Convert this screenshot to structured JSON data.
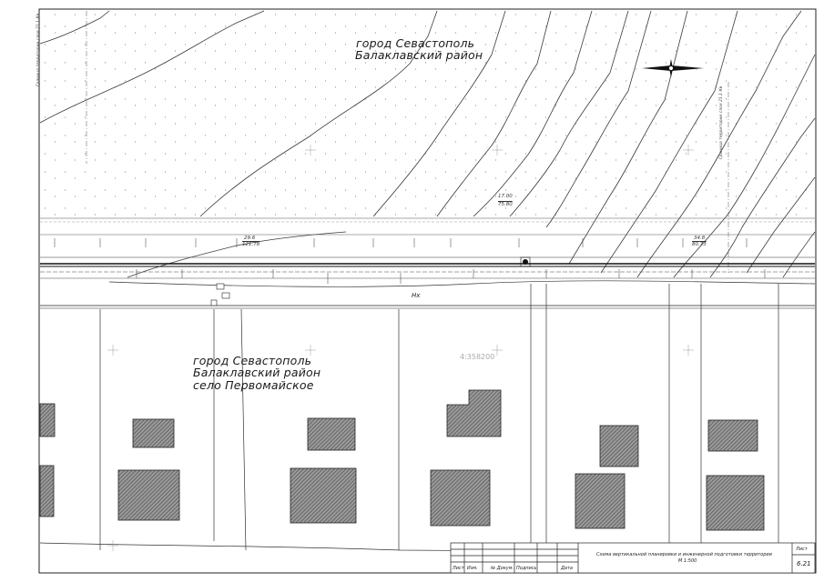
{
  "labels": {
    "north_place": "город Севастополь",
    "north_district": "Балаклавский район",
    "south_place": "город Севастополь",
    "south_district": "Балаклавский район",
    "south_village": "село Первомайское",
    "parcel_code": "4:358200",
    "road_label": "Нх",
    "elev_1_top": "17.00",
    "elev_1_bottom": "75.80",
    "elev_2_top": "29.6",
    "elev_2_bottom": "121.78",
    "elev_3_top": "34.8",
    "elev_3_bottom": "80.73",
    "left_vertical_note": "Граница территории слоя 21.1 Кв",
    "right_vertical_note": "Граница территории слоя 21.1 Кв"
  },
  "title_block": {
    "cols": [
      "Лист",
      "Изм.",
      "№ Докум.",
      "Подпись",
      "Дата"
    ],
    "description_line1": "Схема вертикальной планировки и инженерной подготовки территории",
    "description_line2": "М 1:500",
    "sheet_label": "Лист",
    "sheet_number": "6.21"
  },
  "colors": {
    "line": "#222222",
    "hatch": "#555555",
    "building_fill": "#8a8a8a",
    "paper": "#ffffff"
  },
  "icons": [
    "north-arrow-icon"
  ]
}
